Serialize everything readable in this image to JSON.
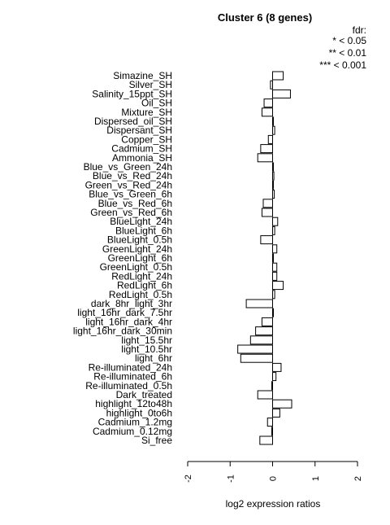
{
  "chart_data": {
    "type": "bar",
    "orientation": "horizontal",
    "title": "Cluster 6 (8 genes)",
    "xlabel": "log2 expression ratios",
    "ylabel": "",
    "xlim": [
      -2,
      2
    ],
    "xticks": [
      "-2",
      "-1",
      "0",
      "1",
      "2"
    ],
    "legend": {
      "title": "fdr:",
      "entries": [
        "* < 0.05",
        "** < 0.01",
        "*** < 0.001"
      ],
      "position": "top-right"
    },
    "categories": [
      "Simazine_SH",
      "Silver_SH",
      "Salinity_15ppt_SH",
      "Oil_SH",
      "Mixture_SH",
      "Dispersed_oil_SH",
      "Dispersant_SH",
      "Copper_SH",
      "Cadmium_SH",
      "Ammonia_SH",
      "Blue_vs_Green_24h",
      "Blue_vs_Red_24h",
      "Green_vs_Red_24h",
      "Blue_vs_Green_6h",
      "Blue_vs_Red_6h",
      "Green_vs_Red_6h",
      "BlueLight_24h",
      "BlueLight_6h",
      "BlueLight_0.5h",
      "GreenLight_24h",
      "GreenLight_6h",
      "GreenLight_0.5h",
      "RedLight_24h",
      "RedLight_6h",
      "RedLight_0.5h",
      "dark_8hr_light_3hr",
      "light_16hr_dark_7.5hr",
      "light_16hr_dark_4hr",
      "light_16hr_dark_30min",
      "light_15.5hr",
      "light_10.5hr",
      "light_6hr",
      "Re-illuminated_24h",
      "Re-illuminated_6h",
      "Re-illuminated_0.5h",
      "Dark_treated",
      "highlight_12to48h",
      "highlight_0to6h",
      "Cadmium_1.2mg",
      "Cadmium_0.12mg",
      "Si_free"
    ],
    "values": [
      0.25,
      -0.05,
      0.42,
      -0.2,
      -0.25,
      0.02,
      0.05,
      -0.1,
      -0.28,
      -0.35,
      0.02,
      0.03,
      0.02,
      0.04,
      -0.22,
      -0.25,
      0.12,
      0.05,
      -0.28,
      0.1,
      0.02,
      0.1,
      0.1,
      0.25,
      0.05,
      -0.62,
      0.0,
      -0.25,
      -0.4,
      -0.52,
      -0.82,
      -0.75,
      0.2,
      0.08,
      -0.02,
      -0.35,
      0.45,
      0.17,
      -0.12,
      -0.02,
      -0.3
    ]
  }
}
